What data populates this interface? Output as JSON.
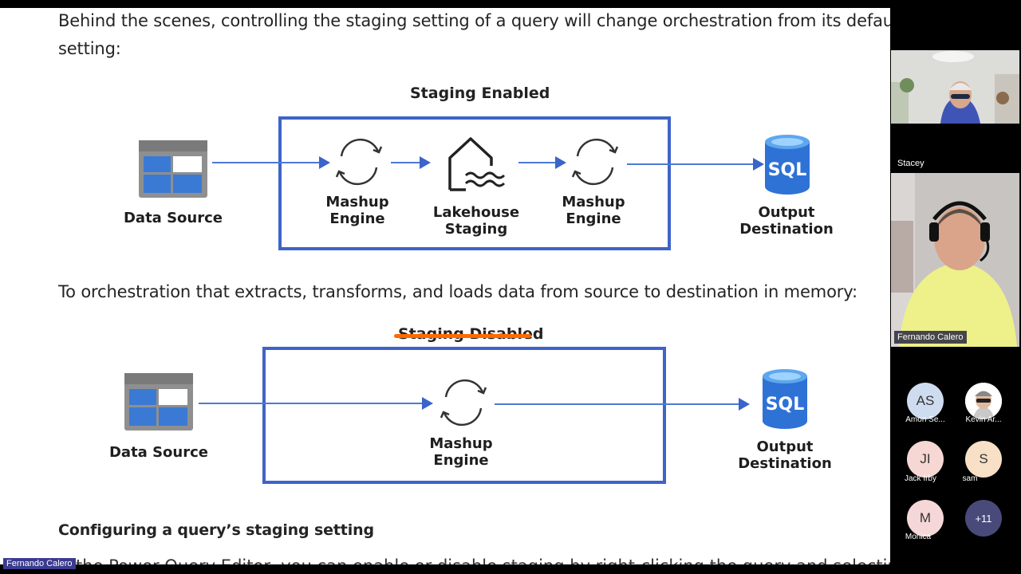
{
  "document": {
    "intro_line1": "Behind the scenes, controlling the staging setting of a query will change orchestration from its default",
    "intro_line2": "setting:",
    "middle_text": "To orchestration that extracts, transforms, and loads data from source to destination in memory:",
    "section_heading": "Configuring a query’s staging setting",
    "cut_line": "the Power Query Editor, you can enable or disable staging by right-clicking the query and selecting"
  },
  "diagram_enabled": {
    "title": "Staging Enabled",
    "data_source": "Data Source",
    "engine1": "Mashup\nEngine",
    "lakehouse": "Lakehouse\nStaging",
    "engine2": "Mashup\nEngine",
    "output": "Output\nDestination",
    "sql": "SQL"
  },
  "diagram_disabled": {
    "title": "Staging Disabled",
    "data_source": "Data Source",
    "engine": "Mashup\nEngine",
    "output": "Output\nDestination",
    "sql": "SQL"
  },
  "meeting": {
    "tile_top_name": "Stacey",
    "main_speaker": "Fernando Calero",
    "screen_share_badge": "Fernando Calero",
    "participants": [
      {
        "initials": "AS",
        "name": "Amon Se...",
        "color": "#cfdcf0"
      },
      {
        "initials": "",
        "name": "Kevin Ar...",
        "color": "#ffffff"
      },
      {
        "initials": "JI",
        "name": "Jack Irby",
        "color": "#f6d7d3"
      },
      {
        "initials": "S",
        "name": "sam",
        "color": "#f7e0c6"
      },
      {
        "initials": "M",
        "name": "Monica",
        "color": "#f6d7d8"
      },
      {
        "initials": "+11",
        "name": "",
        "color": "#4a4a7a"
      }
    ]
  },
  "colors": {
    "frame_blue": "#3e64c8",
    "arrow_blue": "#4d79d4",
    "highlight": "#ff6a00"
  }
}
